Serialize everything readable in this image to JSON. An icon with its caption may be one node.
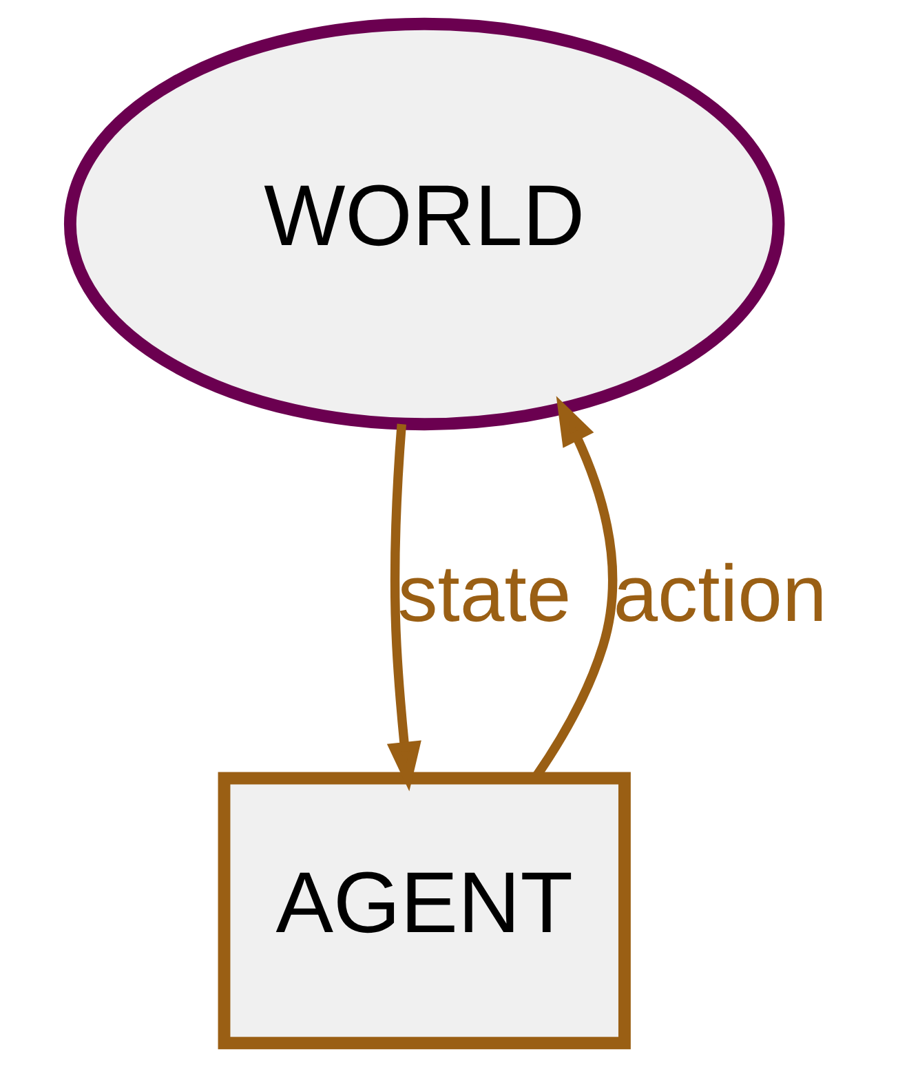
{
  "diagram": {
    "nodes": [
      {
        "text": [
          "WORLD"
        ]
      },
      {
        "text": [
          "AGENT"
        ]
      }
    ],
    "edges": [
      {
        "from": 0,
        "to": 1,
        "label": "state",
        "arrow": "to"
      },
      {
        "from": 1,
        "to": 0,
        "label": "action",
        "arrow": "to"
      }
    ]
  }
}
